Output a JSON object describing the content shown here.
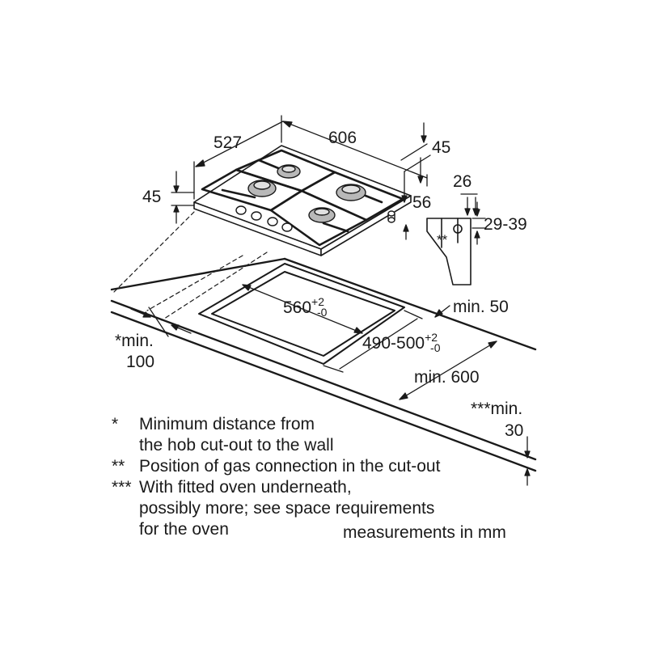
{
  "dims": {
    "depth": "527",
    "width": "606",
    "front_h": "45",
    "rear_h": "45",
    "step_h": "56",
    "conn_offset": "26",
    "conn_height": "29-39",
    "cutout_width": "560",
    "cutout_width_tol_plus": "+2",
    "cutout_width_tol_minus": "-0",
    "cutout_depth": "490-500",
    "cutout_depth_tol_plus": "+2",
    "cutout_depth_tol_minus": "-0",
    "min_front": "min. 50",
    "min_wall_line1": "*min.",
    "min_wall_line2": "100",
    "min_worktop": "min. 600",
    "min_thick_line1": "***min.",
    "min_thick_line2": "30",
    "gas_marker": "**"
  },
  "notes": [
    {
      "mark": "*",
      "lines": [
        "Minimum distance from",
        "the hob cut-out to the wall"
      ]
    },
    {
      "mark": "**",
      "lines": [
        "Position of gas connection in the cut-out"
      ]
    },
    {
      "mark": "***",
      "lines": [
        "With fitted oven underneath,",
        "possibly more; see space requirements",
        "for the oven"
      ]
    }
  ],
  "units_note": "measurements in mm",
  "colors": {
    "line": "#1a1a1a",
    "burner": "#b8b8b8"
  }
}
